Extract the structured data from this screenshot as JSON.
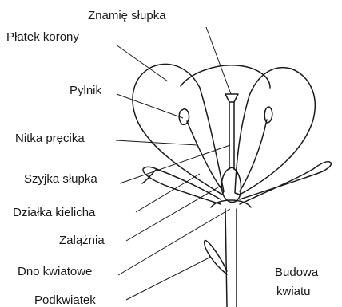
{
  "labels": {
    "stigma": "Znamię słupka",
    "petal": "Płatek korony",
    "anther": "Pylnik",
    "filament": "Nitka pręcika",
    "style": "Szyjka słupka",
    "sepal": "Działka kielicha",
    "ovary": "Zalążnia",
    "receptacle": "Dno kwiatowe",
    "bract": "Podkwiatek"
  },
  "caption": {
    "line1": "Budowa",
    "line2": "kwiatu"
  }
}
